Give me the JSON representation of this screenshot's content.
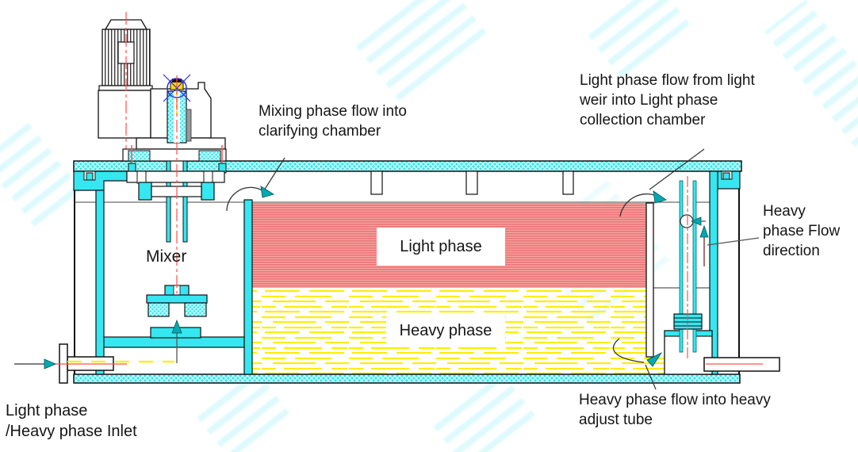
{
  "diagram_labels": {
    "mixer": "Mixer",
    "light_phase": "Light phase",
    "heavy_phase": "Heavy phase"
  },
  "annotations": {
    "mixing_flow": "Mixing phase flow into\nclarifying chamber",
    "light_weir_flow": "Light phase flow from light\nweir into Light phase\ncollection chamber",
    "heavy_flow_direction": "Heavy\nphase Flow\ndirection",
    "heavy_adjust_flow": "Heavy phase flow into heavy\nadjust tube",
    "inlet": "Light phase\n/Heavy phase Inlet"
  },
  "colors": {
    "structure_cyan": "#35E7F0",
    "light_phase_red_line": "#EE7373",
    "light_phase_red_bg": "#F5A5A5",
    "heavy_phase_yellow": "#FFEE00",
    "centerline_red": "#FF5050",
    "arrow_teal": "#00A9B2",
    "flow_dark_red": "#8B4040",
    "bearing_blue": "#2B2BE6",
    "outline": "#111111",
    "watermark": "#D9F9FC"
  }
}
